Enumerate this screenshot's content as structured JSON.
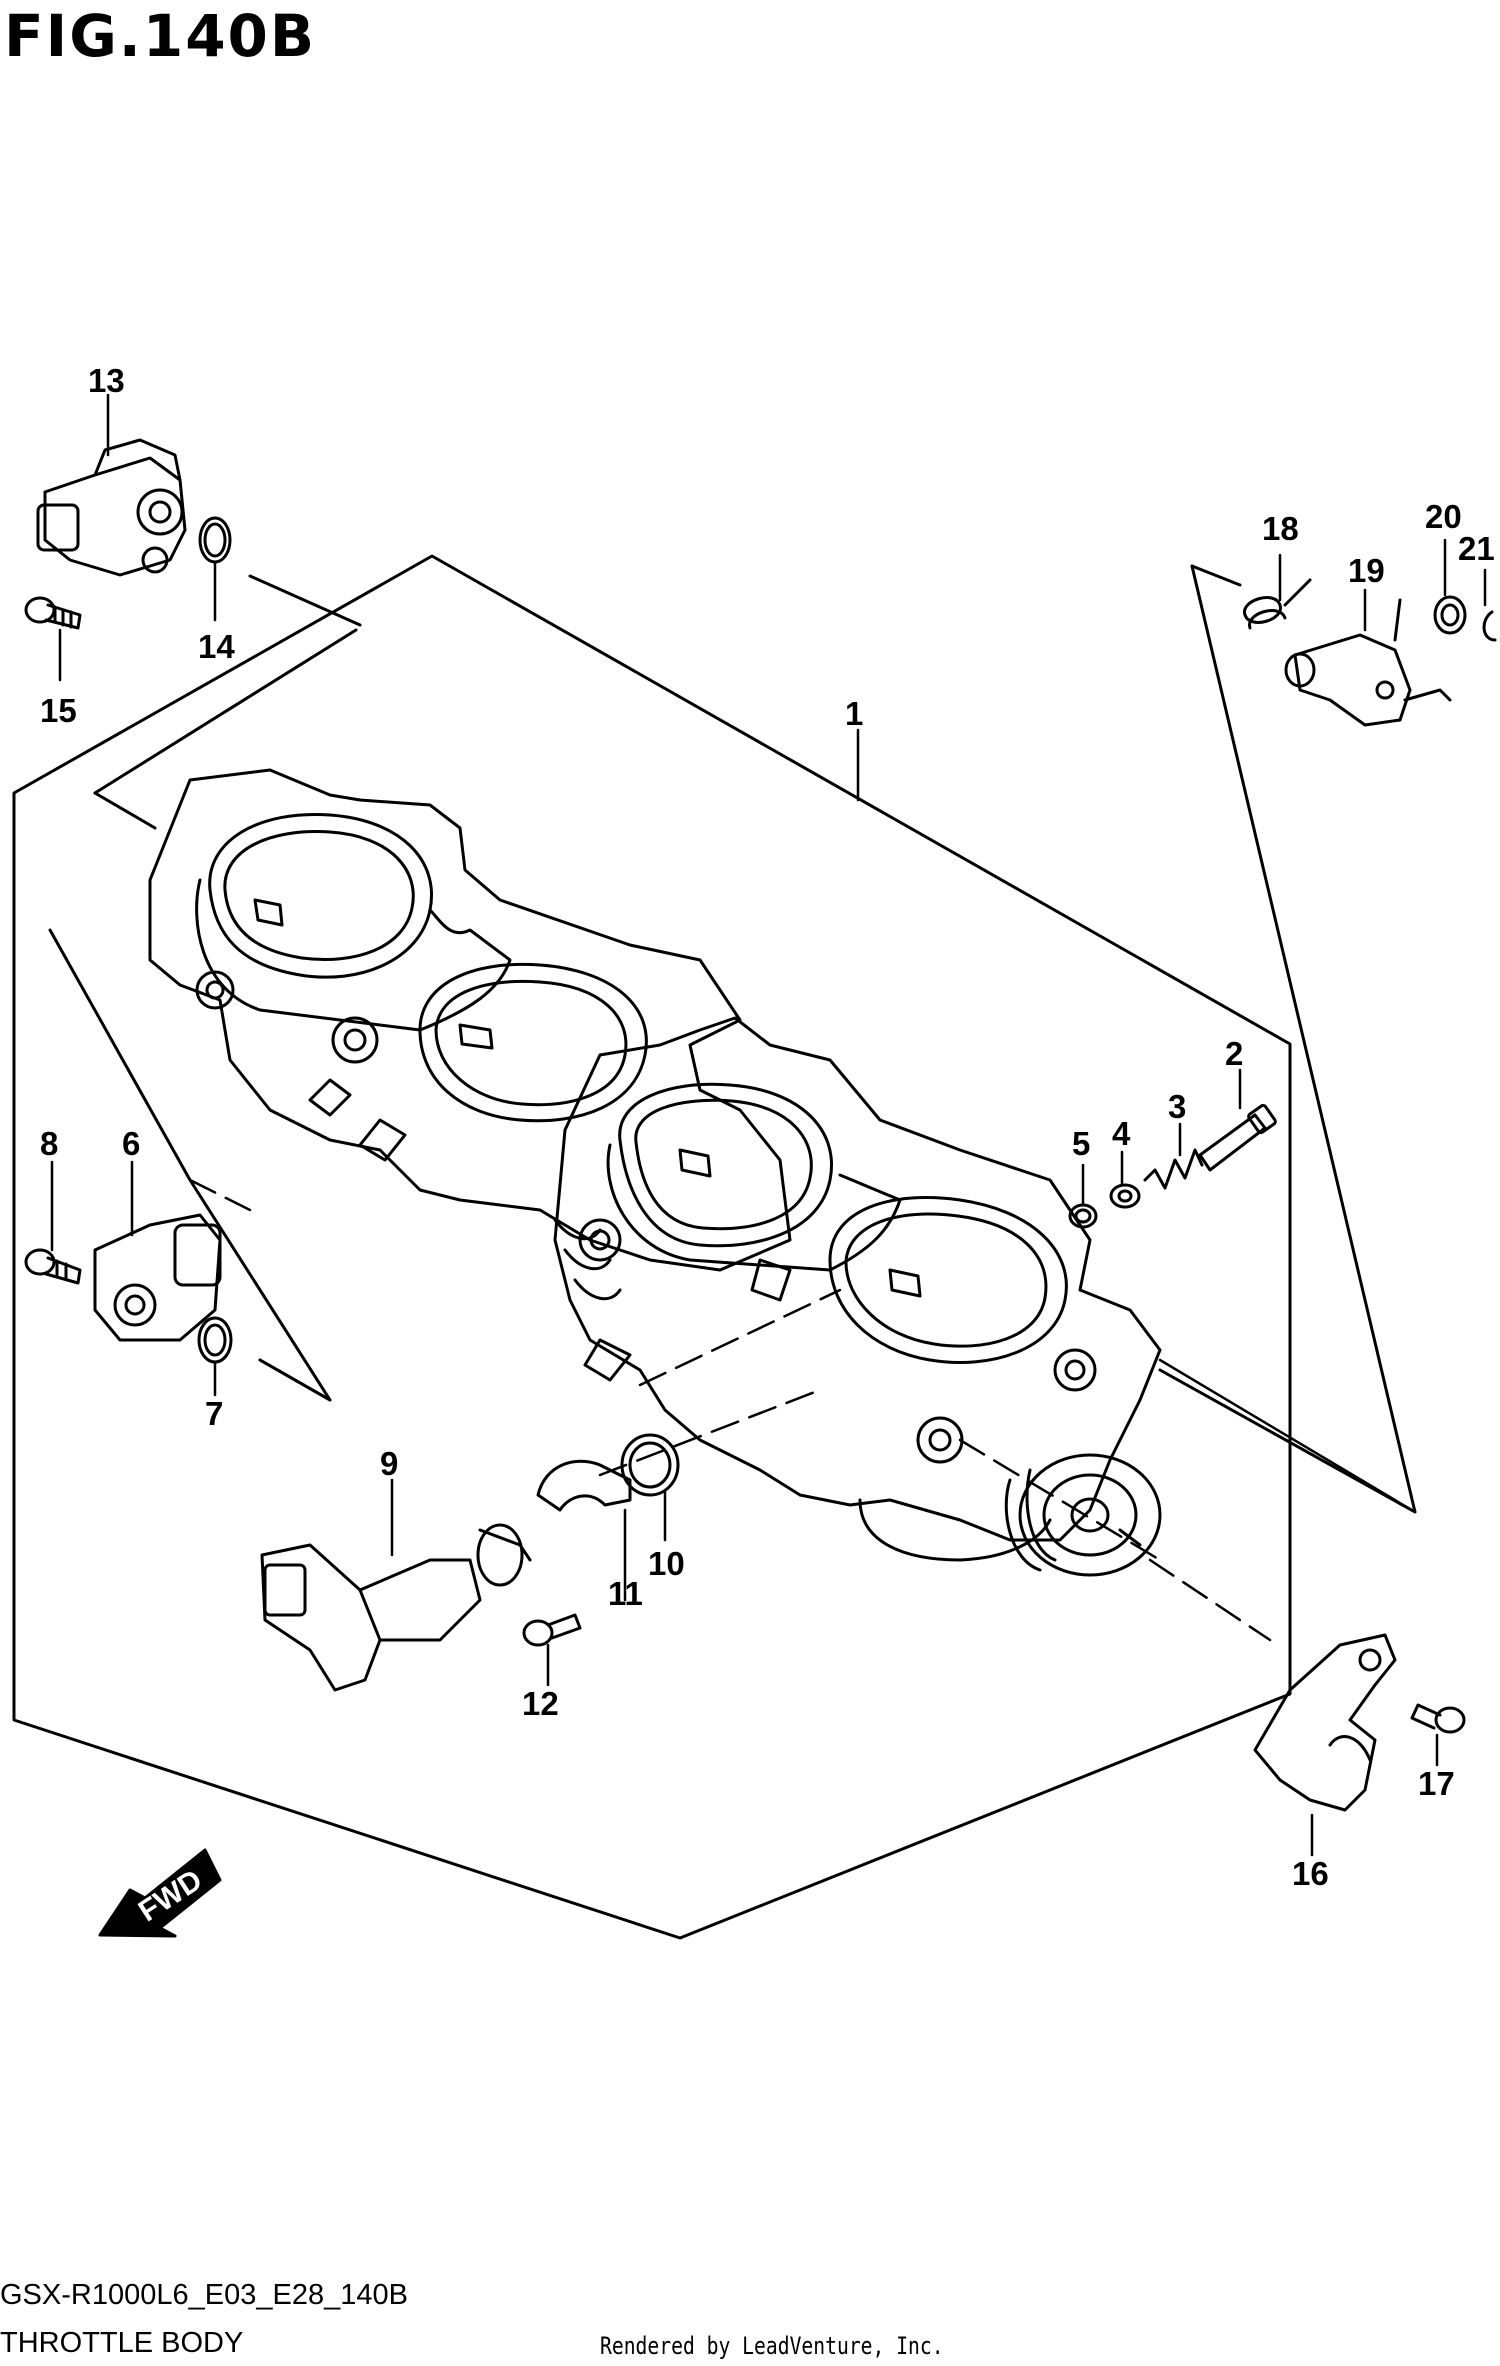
{
  "figure": {
    "title": "FIG.140B",
    "model_code": "GSX-R1000L6_E03_E28_140B",
    "subtitle": "THROTTLE BODY",
    "credit": "Rendered by LeadVenture, Inc."
  },
  "fwd_label": "FWD",
  "callouts": [
    "1",
    "2",
    "3",
    "4",
    "5",
    "6",
    "7",
    "8",
    "9",
    "10",
    "11",
    "12",
    "13",
    "14",
    "15",
    "16",
    "17",
    "18",
    "19",
    "20",
    "21"
  ]
}
